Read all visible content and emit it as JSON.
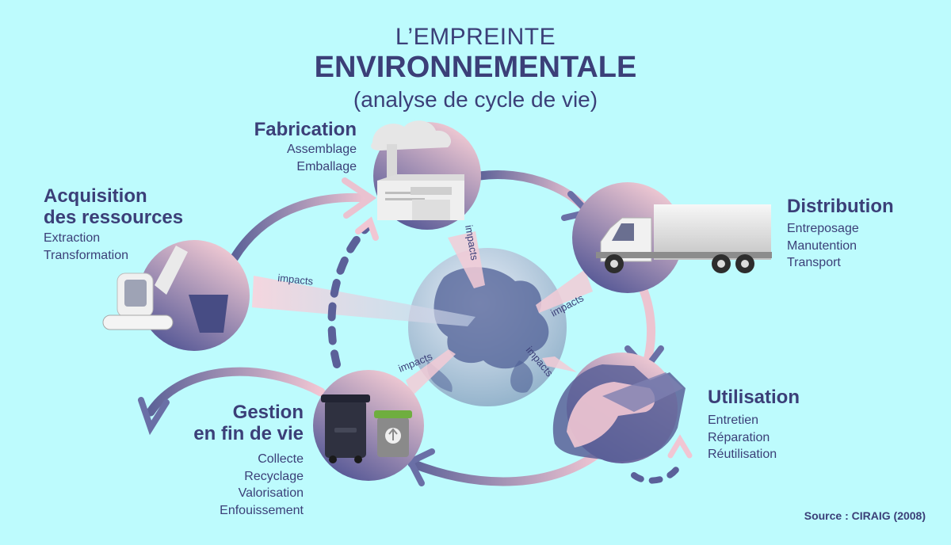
{
  "title": {
    "line1": "L’EMPREINTE",
    "line2": "ENVIRONNEMENTALE",
    "line3": "(analyse de cycle de vie)"
  },
  "stages": {
    "fabrication": {
      "title": "Fabrication",
      "items": "Assemblage\nEmballage"
    },
    "acquisition": {
      "title": "Acquisition\ndes ressources",
      "items": "Extraction\nTransformation"
    },
    "distribution": {
      "title": "Distribution",
      "items": "Entreposage\nManutention\nTransport"
    },
    "utilisation": {
      "title": "Utilisation",
      "items": "Entretien\nRéparation\nRéutilisation"
    },
    "fin_de_vie": {
      "title": "Gestion\nen fin de vie",
      "items": "Collecte\nRecyclage\nValorisation\nEnfouissement"
    }
  },
  "impact_label": "impacts",
  "source": "Source : CIRAIG (2008)",
  "colors": {
    "background": "#bdfbfd",
    "text": "#3b3f78",
    "arrow": "#6a6fa6",
    "circle_light": "#f6c9d3",
    "circle_dark": "#4f5393"
  }
}
